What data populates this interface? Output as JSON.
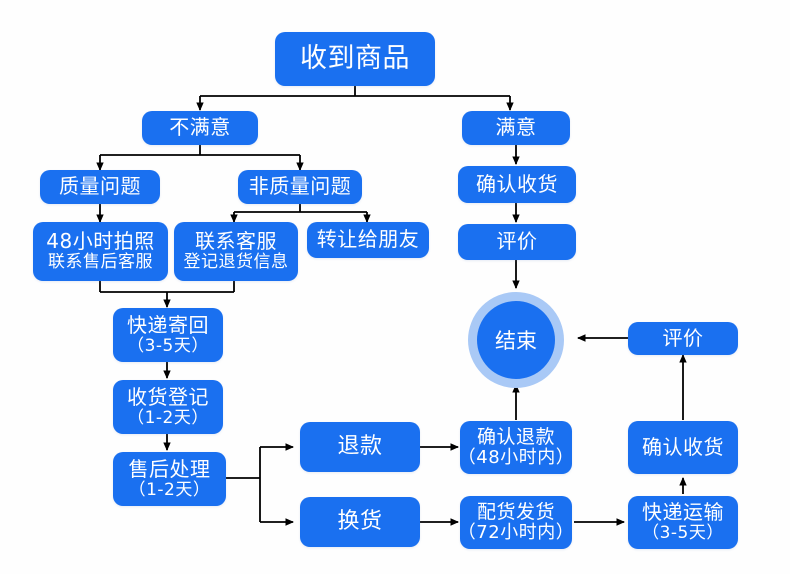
{
  "diagram": {
    "title_node": "收到商品",
    "background": "#fefefe",
    "node_color": "#1a70f0",
    "ring_color": "#a9c9f6",
    "line_color": "#000000",
    "nodes": {
      "received": {
        "label": "收到商品"
      },
      "unsatisfied": {
        "label": "不满意"
      },
      "satisfied": {
        "label": "满意"
      },
      "quality_issue": {
        "label": "质量问题"
      },
      "non_quality_issue": {
        "label": "非质量问题"
      },
      "photo_48h": {
        "line1": "48小时拍照",
        "line2": "联系售后客服"
      },
      "contact_service": {
        "line1": "联系客服",
        "line2": "登记退货信息"
      },
      "transfer_friend": {
        "label": "转让给朋友"
      },
      "confirm_receipt_top": {
        "label": "确认收货"
      },
      "review_top": {
        "label": "评价"
      },
      "express_back": {
        "line1": "快递寄回",
        "line2": "（3-5天）"
      },
      "receive_register": {
        "line1": "收货登记",
        "line2": "（1-2天）"
      },
      "after_sales": {
        "line1": "售后处理",
        "line2": "（1-2天）"
      },
      "refund": {
        "label": "退款"
      },
      "exchange": {
        "label": "换货"
      },
      "confirm_refund": {
        "line1": "确认退款",
        "line2": "（48小时内）"
      },
      "dispatch_ship": {
        "line1": "配货发货",
        "line2": "（72小时内）"
      },
      "express_transport": {
        "line1": "快递运输",
        "line2": "（3-5天）"
      },
      "confirm_receipt_right": {
        "label": "确认收货"
      },
      "review_right": {
        "label": "评价"
      },
      "end": {
        "label": "结束"
      }
    }
  }
}
